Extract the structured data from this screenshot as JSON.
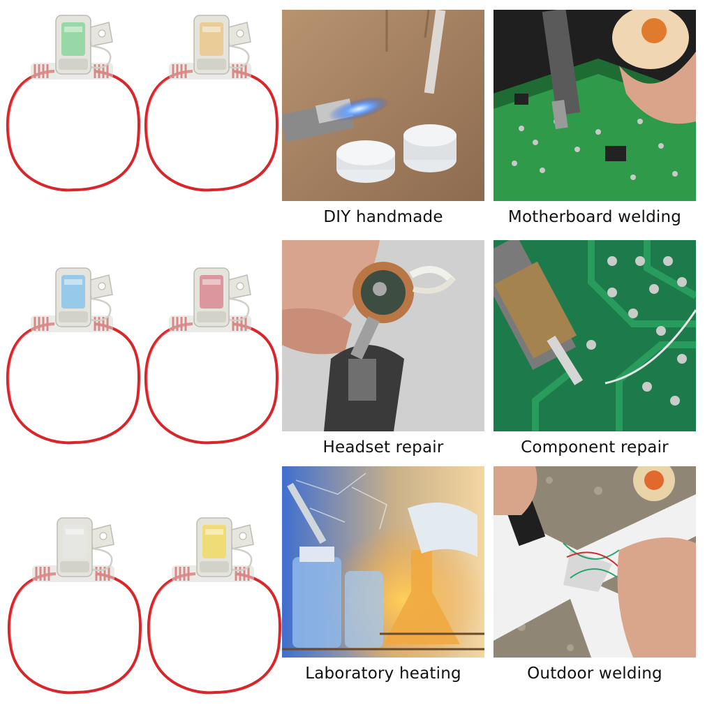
{
  "fuse_holders": [
    {
      "id": "fuse-1",
      "fuse_color": "#8fd6a0"
    },
    {
      "id": "fuse-2",
      "fuse_color": "#e9c98e"
    },
    {
      "id": "fuse-3",
      "fuse_color": "#8ec6ea"
    },
    {
      "id": "fuse-4",
      "fuse_color": "#d98e96"
    },
    {
      "id": "fuse-5",
      "fuse_color": "#e6e6e2"
    },
    {
      "id": "fuse-6",
      "fuse_color": "#f0da6a"
    }
  ],
  "wire_color": "#d8262a",
  "applications": [
    {
      "label": "DIY handmade"
    },
    {
      "label": "Motherboard welding"
    },
    {
      "label": "Headset repair"
    },
    {
      "label": "Component repair"
    },
    {
      "label": "Laboratory heating"
    },
    {
      "label": "Outdoor welding"
    }
  ]
}
